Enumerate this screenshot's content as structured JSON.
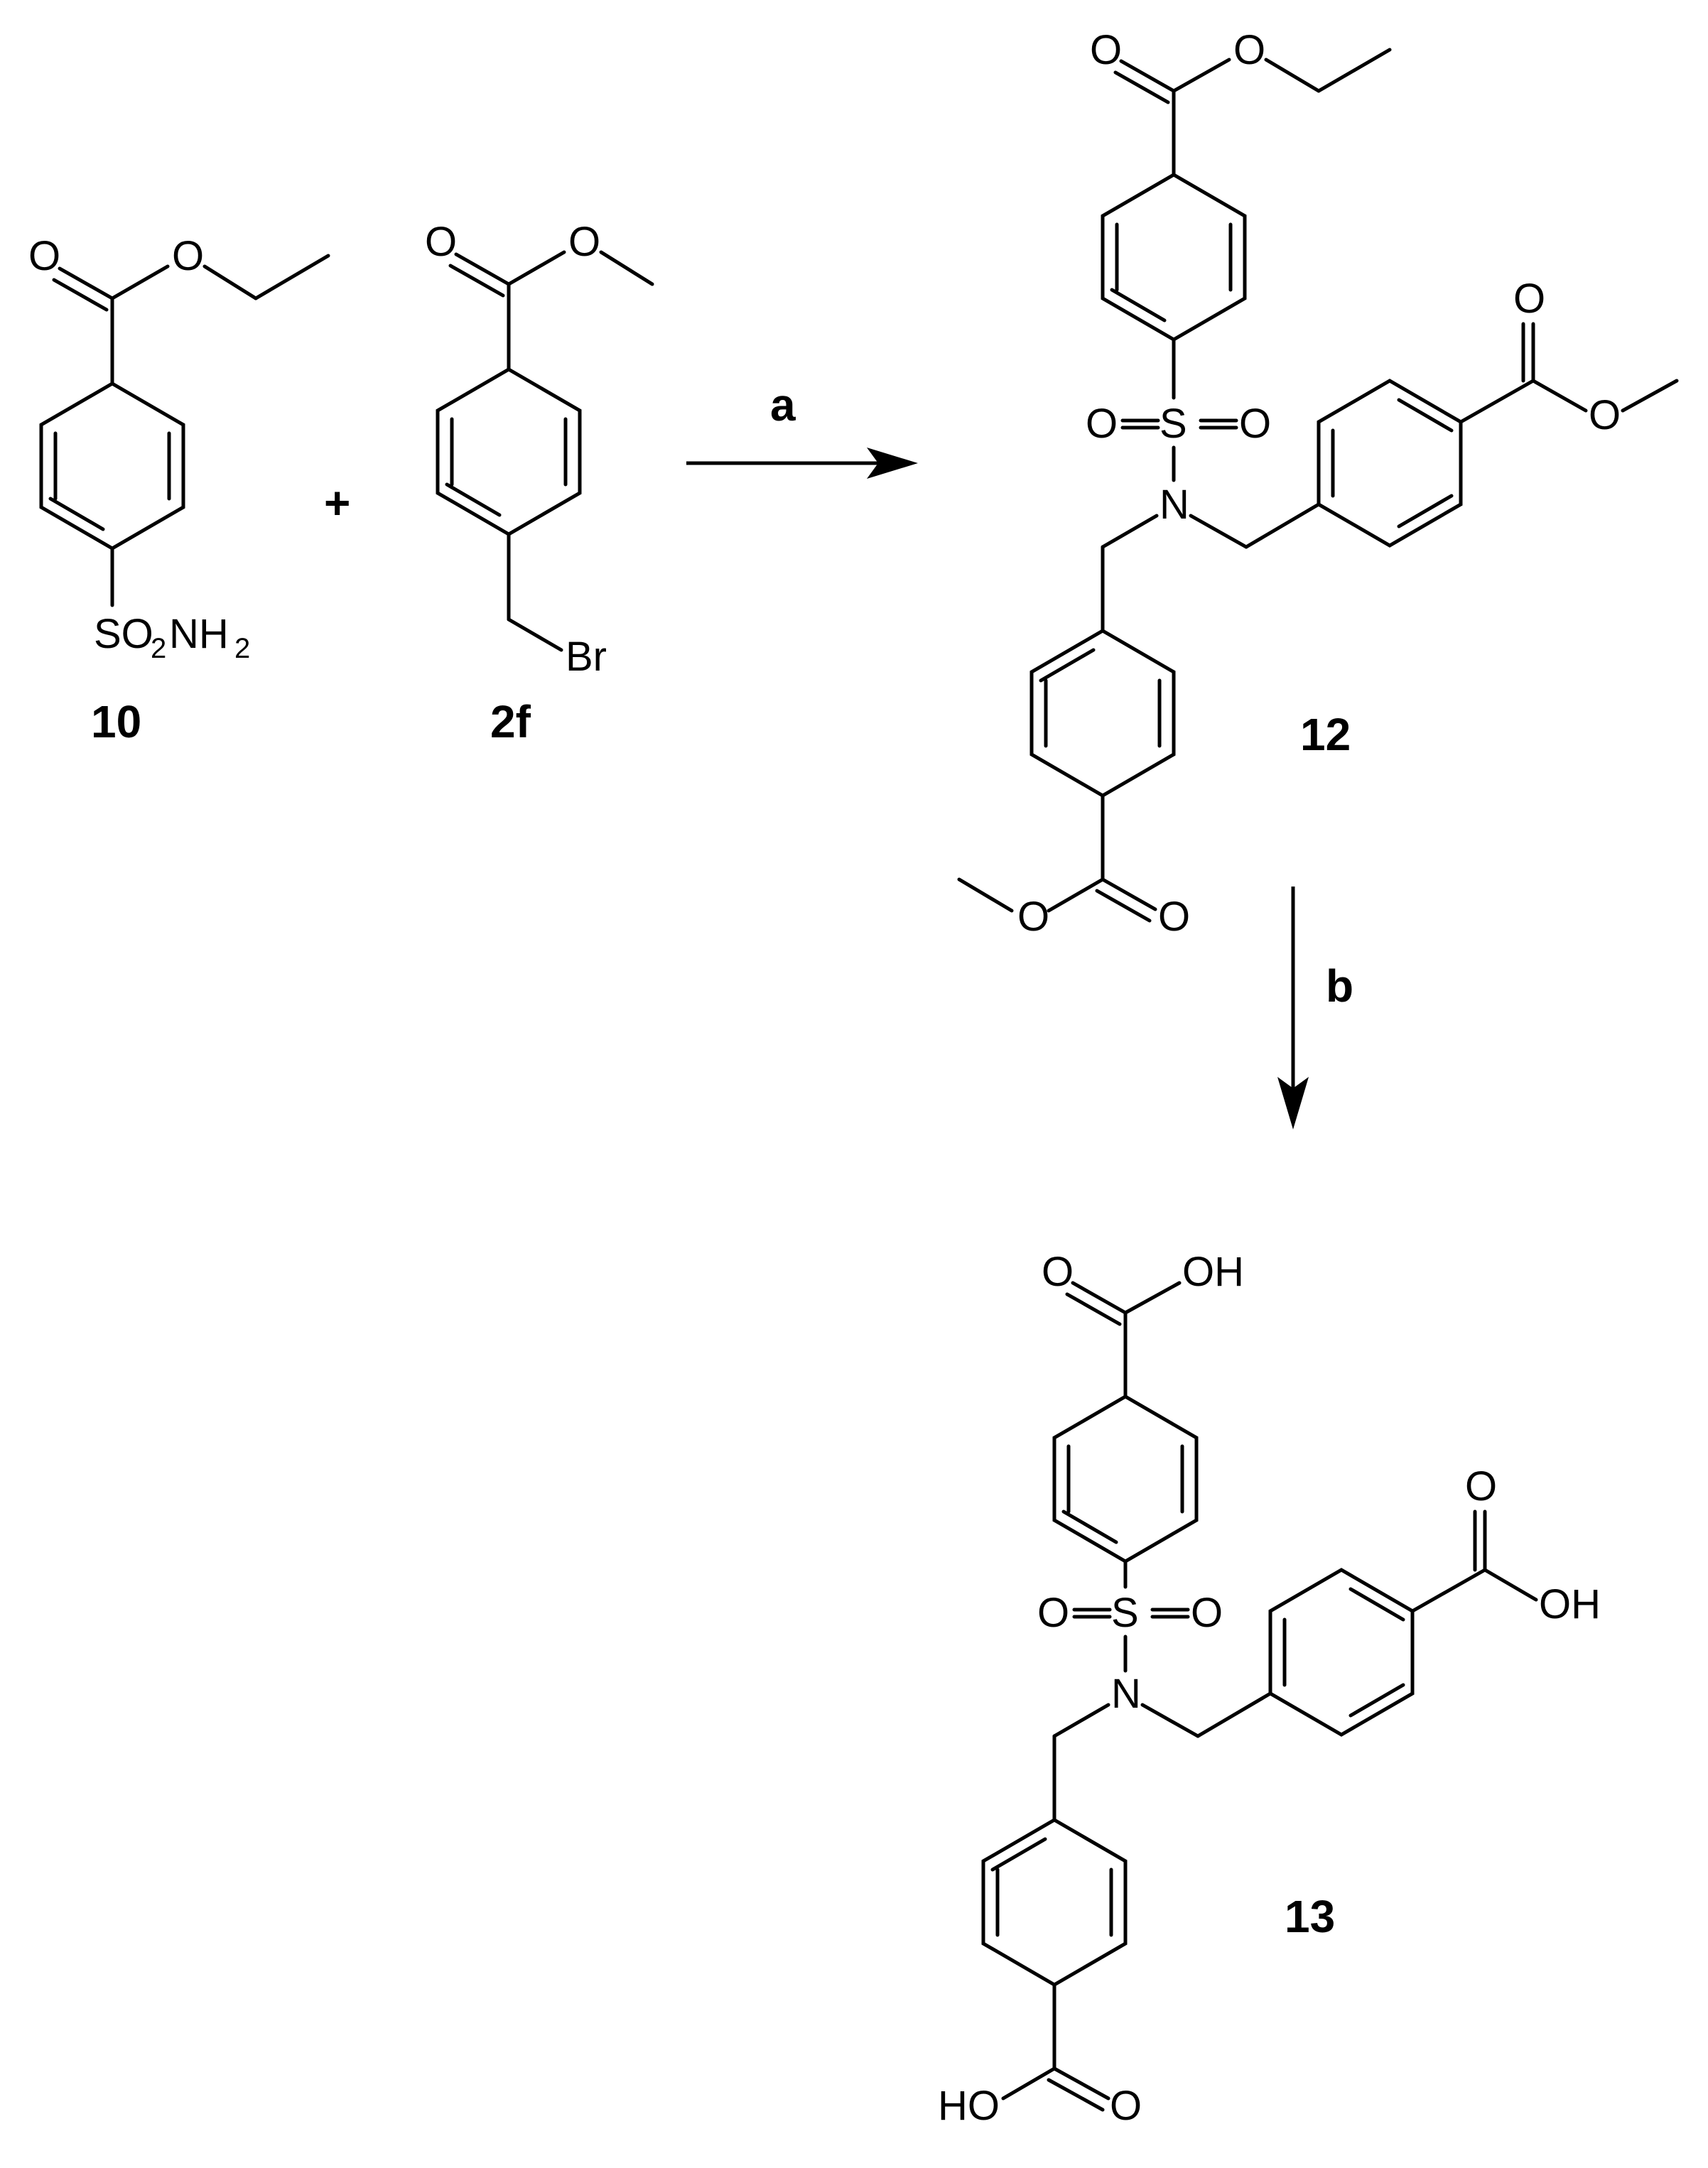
{
  "compounds": [
    {
      "id": "10",
      "label": "10",
      "atoms": {
        "o_carbonyl": "O",
        "o_ester": "O",
        "sulfonamide": "SO",
        "sulfonamide_sub": "2",
        "nh": "NH",
        "nh_sub": "2"
      }
    },
    {
      "id": "2f",
      "label": "2f",
      "atoms": {
        "o_carbonyl": "O",
        "o_ester": "O",
        "br": "Br"
      }
    },
    {
      "id": "12",
      "label": "12",
      "atoms": {
        "o1": "O",
        "o2": "O",
        "s": "S",
        "so_left": "O",
        "so_right": "O",
        "n": "N",
        "o3": "O",
        "o4": "O",
        "o5": "O",
        "o6": "O"
      }
    },
    {
      "id": "13",
      "label": "13",
      "atoms": {
        "o1": "O",
        "oh1": "OH",
        "s": "S",
        "so_left": "O",
        "so_right": "O",
        "n": "N",
        "o3": "O",
        "oh2": "OH",
        "ho3": "HO",
        "o6": "O"
      }
    }
  ],
  "plus": "+",
  "steps": [
    {
      "id": "a",
      "label": "a"
    },
    {
      "id": "b",
      "label": "b"
    }
  ]
}
